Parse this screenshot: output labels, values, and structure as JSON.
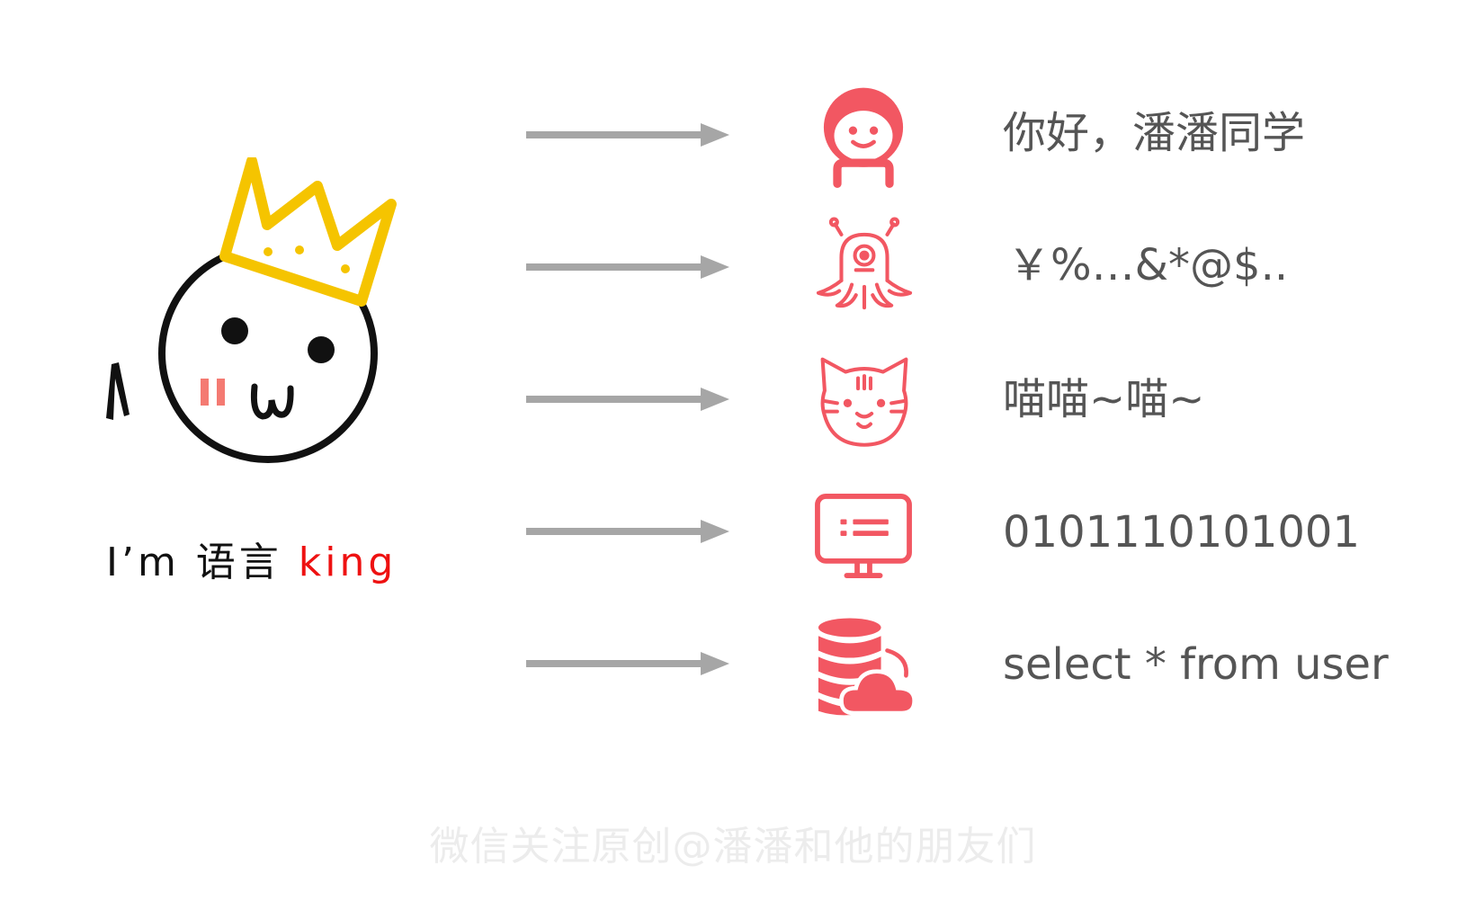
{
  "mascot": {
    "title_prefix": "I’m 语言 ",
    "title_accent": "king",
    "crown_color": "#f5c400",
    "accent_color": "#ee1111",
    "blush_color": "#f47a72"
  },
  "rows": [
    {
      "icon": "person-icon",
      "label": "你好，潘潘同学"
    },
    {
      "icon": "alien-octopus-icon",
      "label": "￥%…&*@$.."
    },
    {
      "icon": "cat-icon",
      "label": "喵喵~喵~"
    },
    {
      "icon": "monitor-icon",
      "label": "0101110101001"
    },
    {
      "icon": "database-cloud-icon",
      "label": "select * from user"
    }
  ],
  "colors": {
    "icon": "#f25762",
    "arrow": "#a6a6a6",
    "label": "#555555",
    "watermark": "#ececec"
  },
  "watermark": "微信关注原创@潘潘和他的朋友们"
}
